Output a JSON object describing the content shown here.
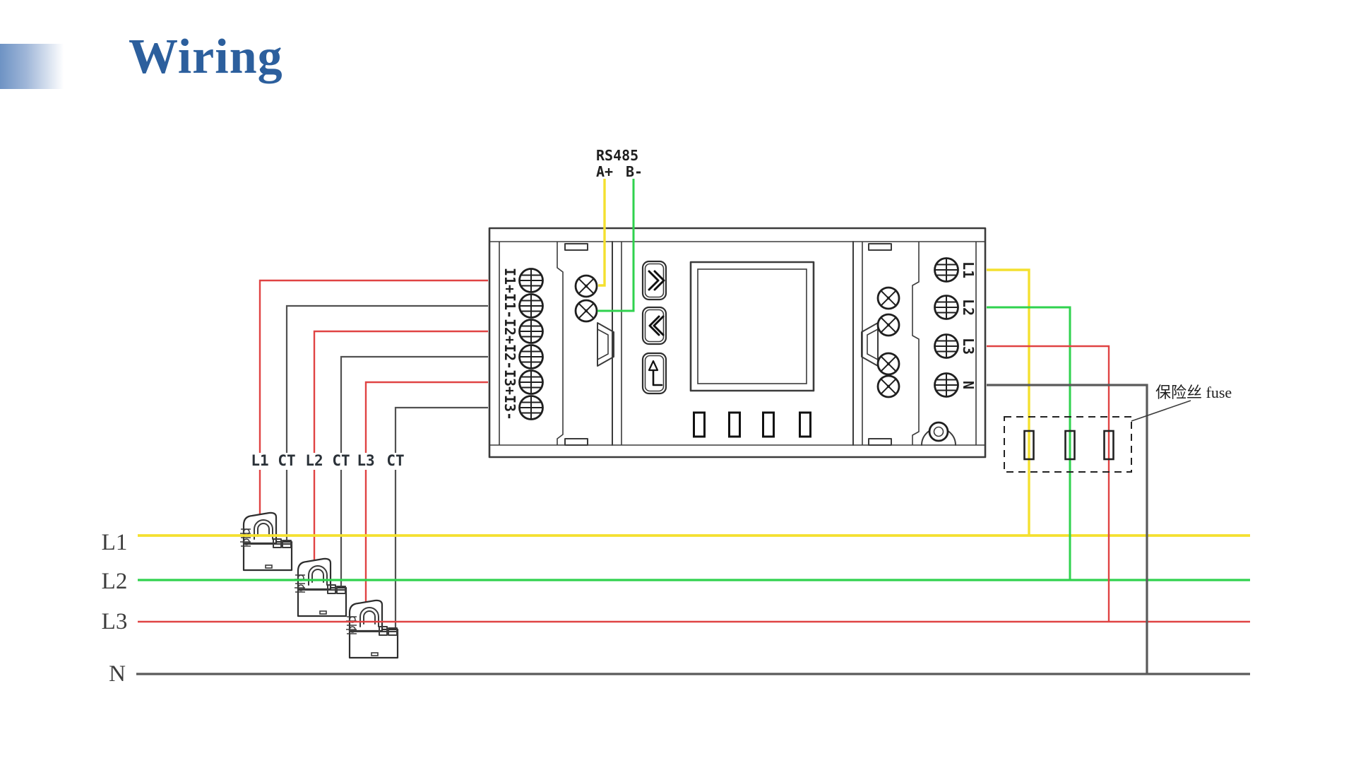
{
  "header": {
    "title": "Wiring"
  },
  "device": {
    "rs485": {
      "label": "RS485",
      "terminal_a": "A+",
      "terminal_b": "B-"
    },
    "current_terminals": [
      "I1+",
      "I1-",
      "I2+",
      "I2-",
      "I3+",
      "I3-"
    ],
    "voltage_terminals": [
      "L1",
      "L2",
      "L3",
      "N"
    ]
  },
  "ct_wire_labels": [
    "L1",
    "CT",
    "L2",
    "CT",
    "L3",
    "CT"
  ],
  "bus_lines": [
    {
      "label": "L1",
      "color": "#F4E02F"
    },
    {
      "label": "L2",
      "color": "#2FD24E"
    },
    {
      "label": "L3",
      "color": "#E04343"
    },
    {
      "label": "N",
      "color": "#5A5A5A"
    }
  ],
  "fuse": {
    "label": "保险丝 fuse"
  },
  "colors": {
    "title": "#2C5F9D",
    "accent_bar_start": "#6E93C4",
    "wire_red": "#E04343",
    "wire_black": "#515151",
    "outline": "#3B3B3B"
  }
}
